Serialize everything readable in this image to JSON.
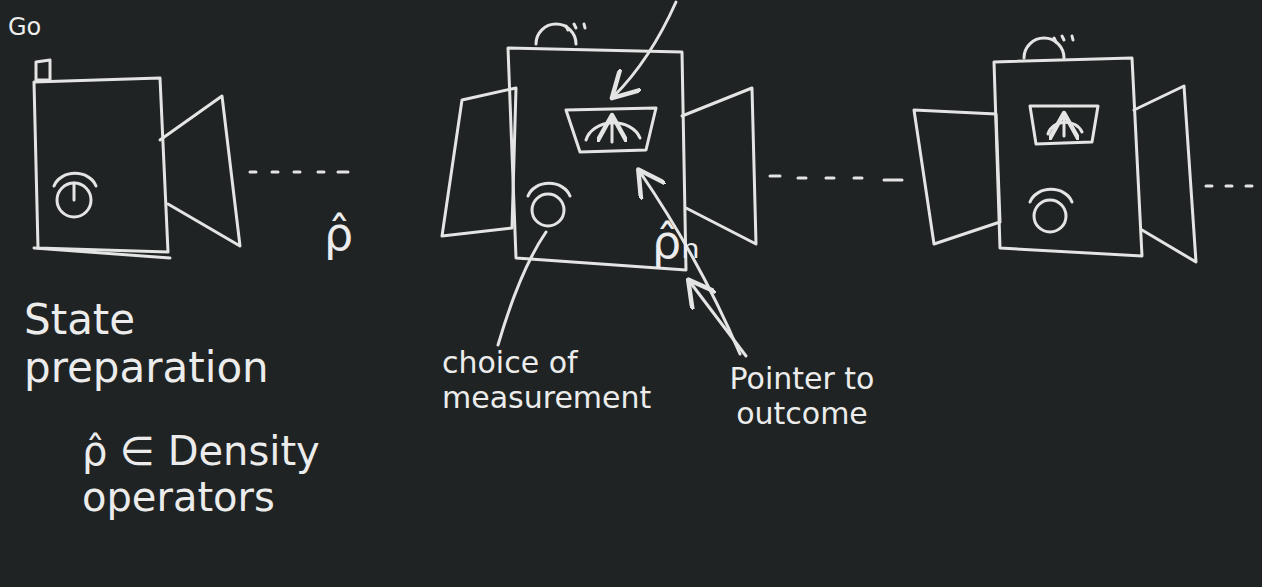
{
  "diagram": {
    "labels": [
      "Go",
      "ρ̂",
      "ρ̂ₙ",
      "State preparation",
      "ρ̂ ∈ Density operators",
      "choice of measurement",
      "Pointer to outcome"
    ]
  }
}
